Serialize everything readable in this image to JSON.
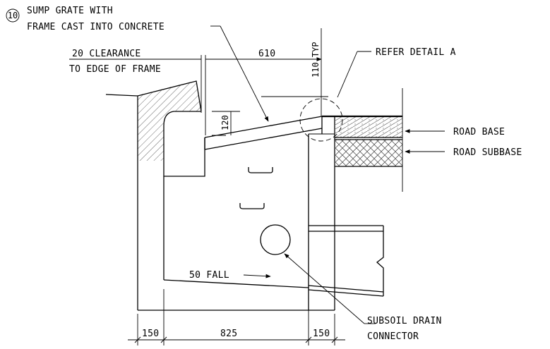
{
  "callout": {
    "number": "10",
    "line1": "SUMP GRATE WITH",
    "line2": "FRAME CAST INTO CONCRETE"
  },
  "dimensions": {
    "clearance_line1": "20 CLEARANCE",
    "clearance_line2": "TO EDGE OF FRAME",
    "grate_width": "610",
    "depth_typ": "110 TYP",
    "grate_drop": "120",
    "left_wall": "150",
    "pit_width": "825",
    "right_wall": "150"
  },
  "labels": {
    "refer_detail": "REFER DETAIL A",
    "road_base": "ROAD BASE",
    "road_subbase": "ROAD SUBBASE",
    "fall": "50 FALL",
    "subsoil_line1": "SUBSOIL DRAIN",
    "subsoil_line2": "CONNECTOR"
  }
}
